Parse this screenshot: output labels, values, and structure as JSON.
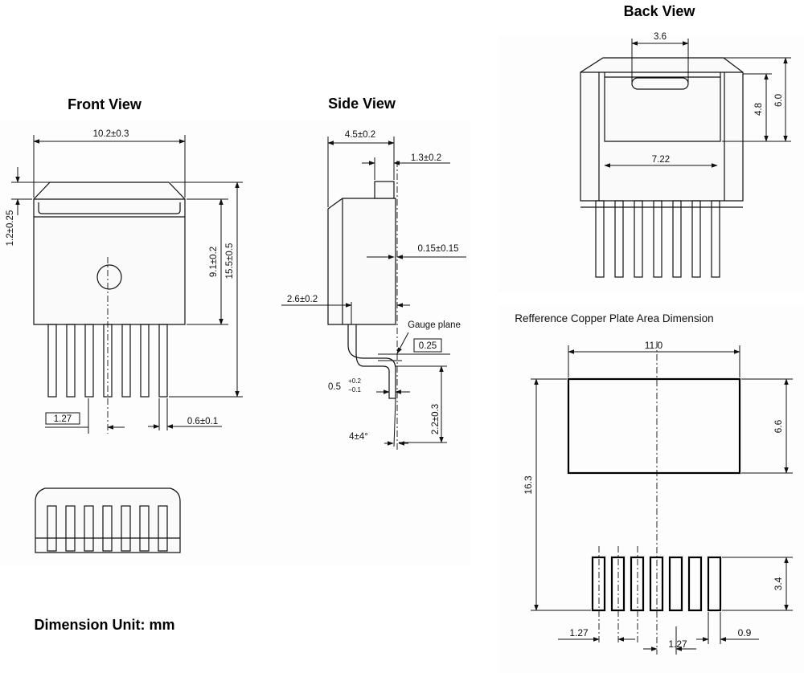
{
  "titles": {
    "front": "Front View",
    "side": "Side View",
    "back": "Back View",
    "copper": "Refference Copper Plate Area Dimension",
    "unit": "Dimension Unit: mm"
  },
  "front": {
    "width": "10.2±0.3",
    "tab_height": "1.2±0.25",
    "body_height": "9.1±0.2",
    "total_height": "15.5±0.5",
    "pitch": "1.27",
    "lead_width": "0.6±0.1"
  },
  "side": {
    "thickness": "4.5±0.2",
    "tab": "1.3±0.2",
    "standoff": "0.15±0.15",
    "lead_len": "2.6±0.2",
    "gauge_label": "Gauge plane",
    "gauge_val": "0.25",
    "lead_thk": "0.5",
    "lead_thk_plus": "+0.2",
    "lead_thk_minus": "−0.1",
    "foot": "2.2±0.3",
    "angle": "4±4°"
  },
  "back": {
    "slot": "3.6",
    "h1": "4.8",
    "h2": "6.0",
    "pad_width": "7.22"
  },
  "copper": {
    "width": "11.0",
    "pad_height": "6.6",
    "total": "16.3",
    "lead_len": "3.4",
    "pitch1": "1.27",
    "pitch2": "1.27",
    "lead_w": "0.9"
  },
  "icons": {
    "arrow": "filled-triangle-arrowhead"
  }
}
